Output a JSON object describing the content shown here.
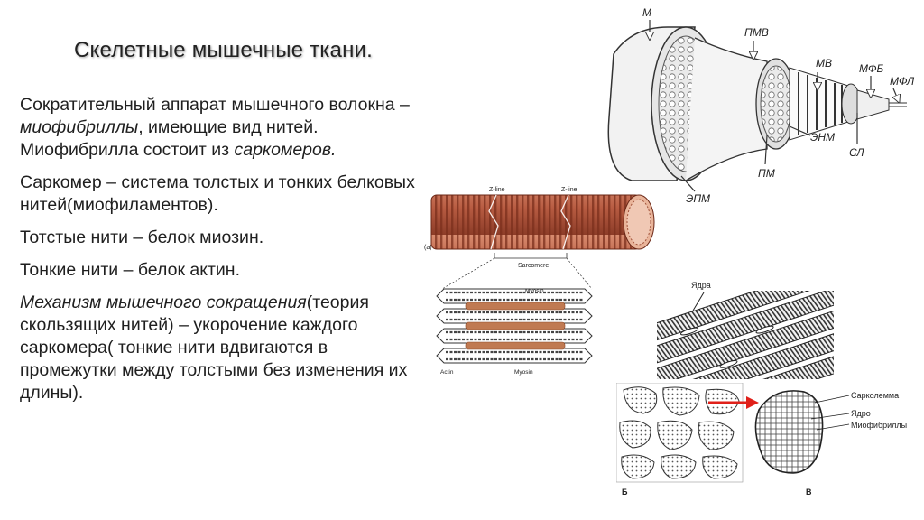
{
  "slide": {
    "title": "Скелетные мышечные ткани.",
    "paragraphs": [
      {
        "pre": "Сократительный аппарат мышечного волокна – ",
        "em": "миофибриллы",
        "post": ", имеющие вид нитей. Миофибрилла состоит из ",
        "em2": "саркомеров."
      },
      {
        "text": "Саркомер – система толстых и тонких белковых нитей(миофиламентов)."
      },
      {
        "text": "Тотстые нити – белок миозин."
      },
      {
        "text": "Тонкие нити – белок актин."
      },
      {
        "em": "Механизм мышечного сокращения",
        "post": "(теория скользящих нитей) – укорочение каждого саркомера( тонкие нити вдвигаются в промежутки между толстыми без изменения их длины)."
      }
    ]
  },
  "figure_muscle": {
    "labels": {
      "m": "М",
      "pmv": "ПМВ",
      "mv": "МВ",
      "mfb": "МФБ",
      "mfl": "МФЛ",
      "enm": "ЭНМ",
      "sl": "СЛ",
      "pm": "ПМ",
      "epm": "ЭПМ"
    }
  },
  "figure_sarcomere": {
    "labels": {
      "zline1": "Z-line",
      "zline2": "Z-line",
      "sarcomere": "Sarcomere",
      "panel": "(a)",
      "myosin_top": "Myosin",
      "actin": "Actin",
      "myosin_bottom": "Myosin"
    }
  },
  "figure_striated": {
    "labels": {
      "nuclei": "Ядра"
    }
  },
  "figure_cross": {
    "labels": {
      "sarcolemma": "Сарколемма",
      "nucleus": "Ядро",
      "myofibrils": "Миофибриллы",
      "panel_b": "Б",
      "panel_v": "В"
    }
  },
  "colors": {
    "fiber": "#c8735a",
    "fiber_dark": "#8c3c28",
    "arrow": "#e0201a",
    "title_shadow": "#555555"
  }
}
